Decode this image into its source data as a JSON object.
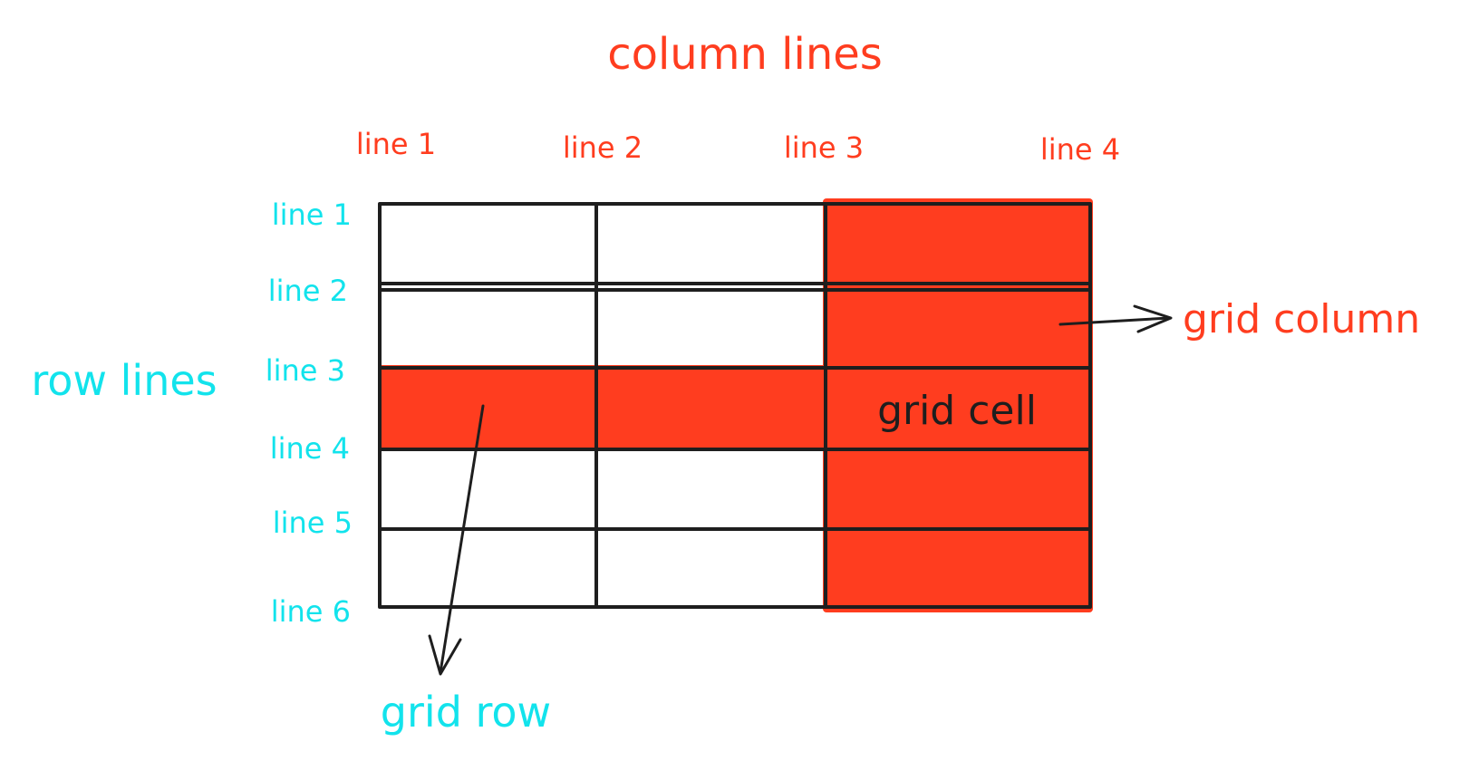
{
  "title": "column lines",
  "column_line_labels": [
    "line 1",
    "line 2",
    "line 3",
    "line 4"
  ],
  "row_lines_label": "row lines",
  "row_line_labels": [
    "line 1",
    "line 2",
    "line 3",
    "line 4",
    "line 5",
    "line 6"
  ],
  "grid_column_label": "grid column",
  "grid_row_label": "grid row",
  "grid_cell_label": "grid cell",
  "colors": {
    "accent_red": "#ff3d1f",
    "accent_cyan": "#12e3ec",
    "stroke": "#1e1e1e",
    "background": "#ffffff"
  }
}
